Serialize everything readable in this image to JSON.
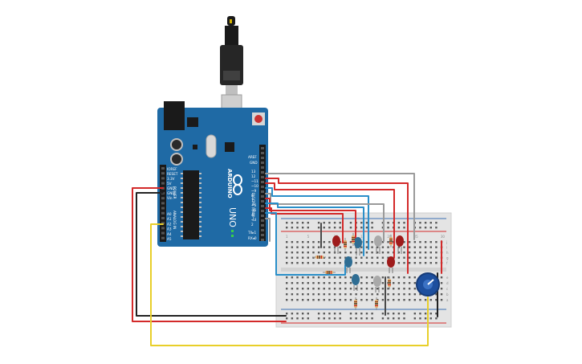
{
  "board": {
    "brand": "ARDUINO",
    "model": "UNO",
    "icon": "arduino-infinity-logo",
    "digital_label": "DIGITAL (PWM~)",
    "aref": "AREF",
    "gnd_top": "GND",
    "tx": "TX▸1",
    "rx": "RX◂0",
    "pins_top": [
      "13",
      "12",
      "~11",
      "~10",
      "~9",
      "8",
      "7",
      "~6",
      "~5",
      "4",
      "~3",
      "2"
    ],
    "power_labels": [
      "IOREF",
      "RESET",
      "3.3V",
      "5V",
      "GND",
      "GND",
      "Vin"
    ],
    "power_header": "POWER",
    "analog_labels": [
      "A0",
      "A1",
      "A2",
      "A3",
      "A4",
      "A5"
    ],
    "analog_header": "ANALOG IN"
  },
  "breadboard": {
    "row_letters_top": [
      "j",
      "i",
      "h",
      "g",
      "f"
    ],
    "row_letters_bottom": [
      "e",
      "d",
      "c",
      "b",
      "a"
    ],
    "col_numbers": [
      "1",
      "5",
      "10",
      "15",
      "20",
      "25",
      "30"
    ]
  },
  "colors": {
    "board": "#1f6aa5",
    "wire_red": "#d32a2a",
    "wire_black": "#222222",
    "wire_gray": "#9a9a9a",
    "wire_blue": "#2a8fc9",
    "wire_yellow": "#e8cf2a",
    "led_red": "#9e1b1b",
    "led_blue": "#2f6d93",
    "led_gray": "#a9a9a9",
    "pot": "#1d4f9e"
  }
}
